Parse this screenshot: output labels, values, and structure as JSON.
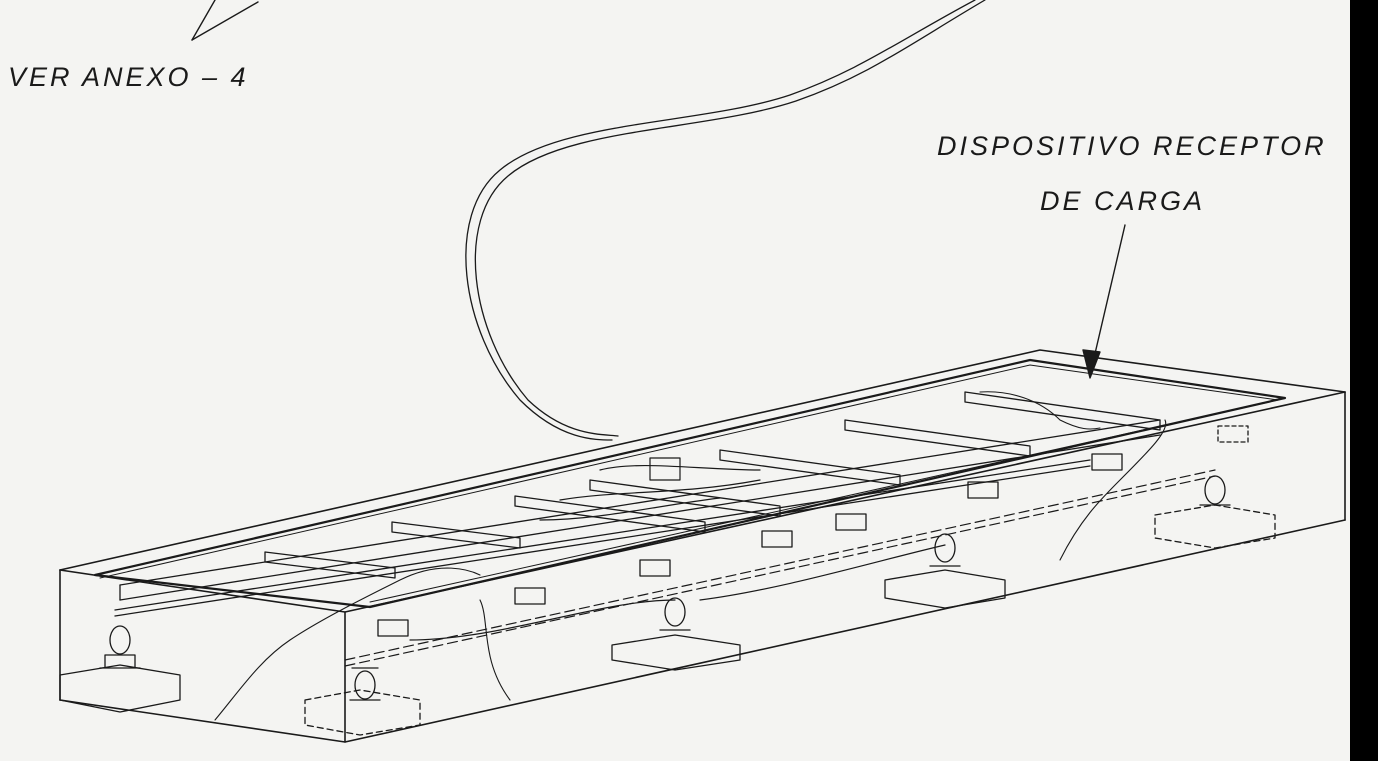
{
  "labels": {
    "anexo": "VER ANEXO  –  4",
    "dispositivo_line1": "DISPOSITIVO  RECEPTOR",
    "dispositivo_line2": "DE  CARGA"
  },
  "colors": {
    "paper": "#f4f4f2",
    "ink": "#1a1a1a",
    "edge": "#000000"
  }
}
